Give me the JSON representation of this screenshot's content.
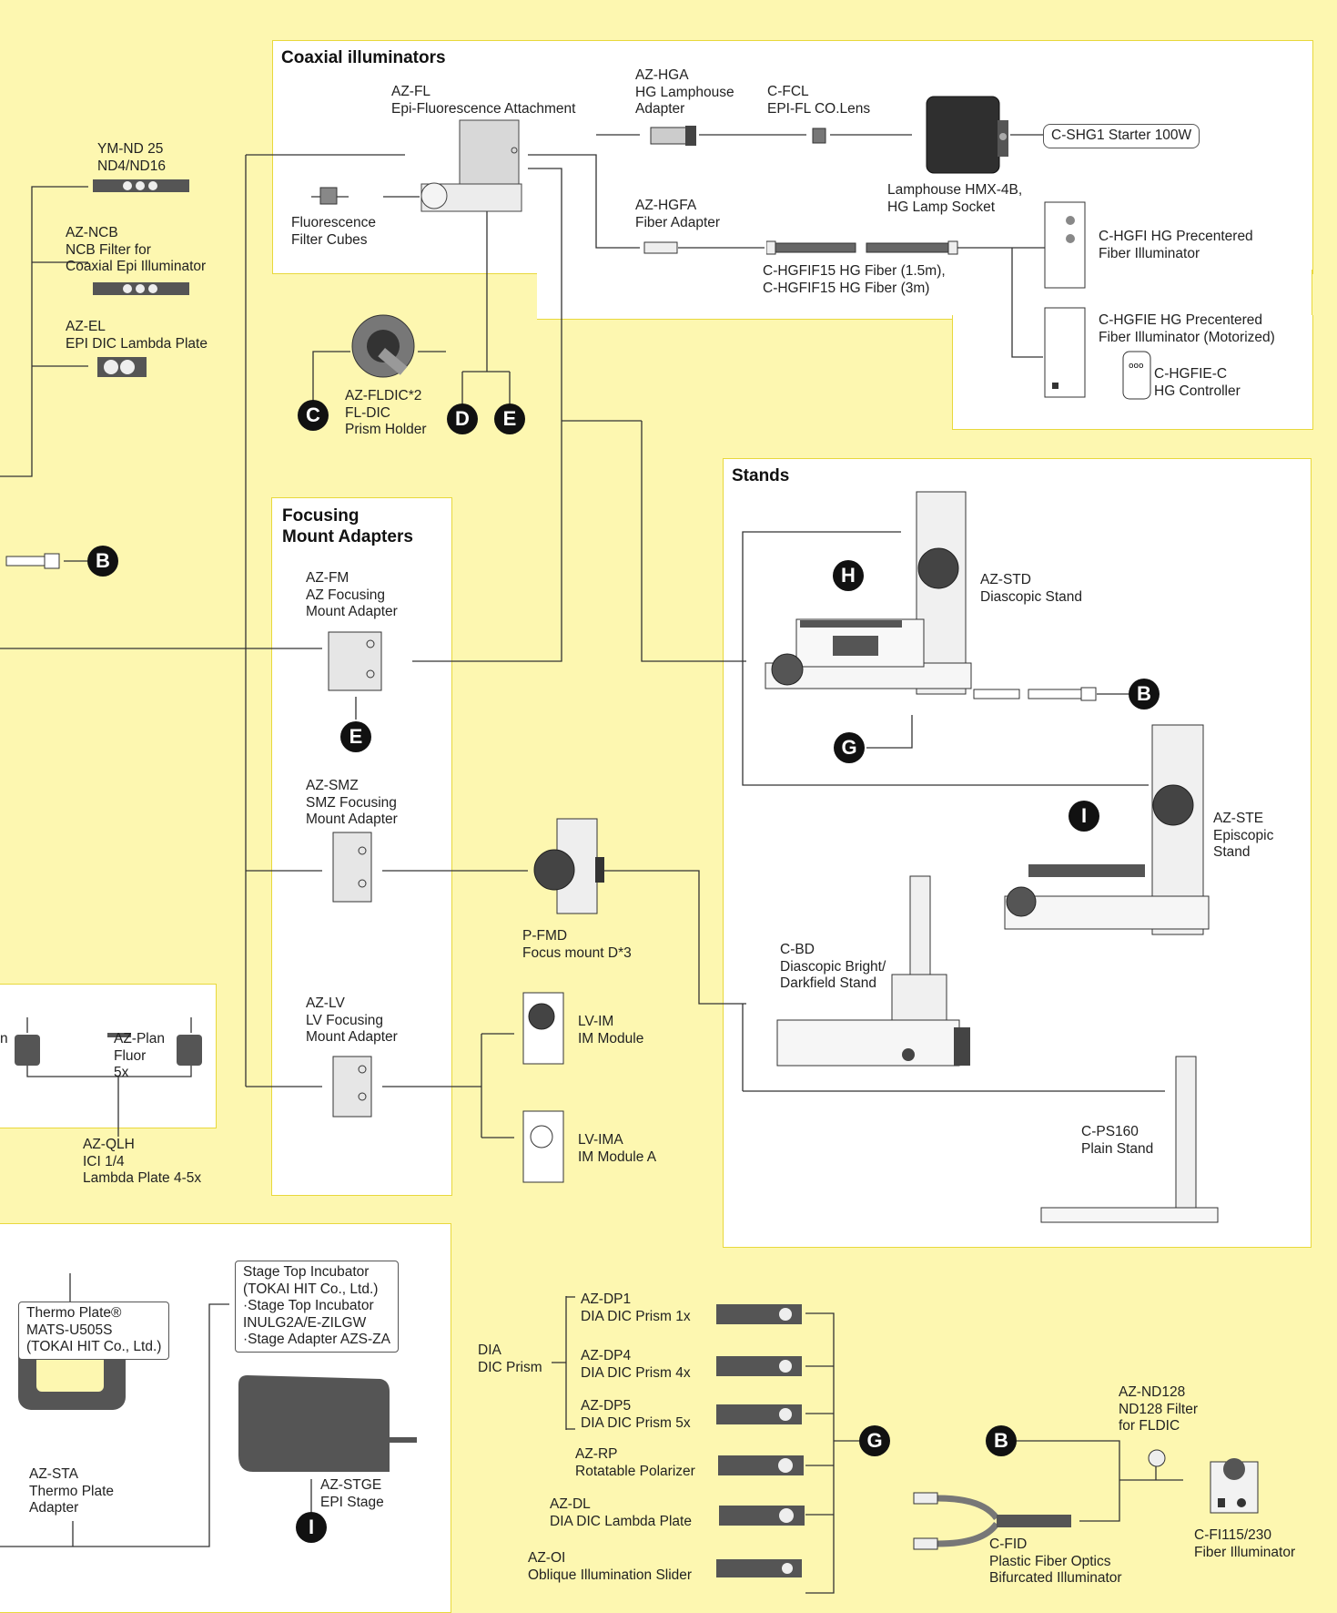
{
  "panels": {
    "coaxial": "Coaxial illuminators",
    "stands": "Stands",
    "focusing": "Focusing\nMount Adapters"
  },
  "labels": {
    "az_fl": "AZ-FL\nEpi-Fluorescence Attachment",
    "az_hga": "AZ-HGA\nHG Lamphouse\nAdapter",
    "c_fcl": "C-FCL\nEPI-FL CO.Lens",
    "c_shg1": "C-SHG1 Starter 100W",
    "lamphouse": "Lamphouse HMX-4B,\nHG Lamp Socket",
    "fl_cubes": "Fluorescence\nFilter Cubes",
    "az_hgfa": "AZ-HGFA\nFiber Adapter",
    "hg_fiber": "C-HGFIF15 HG Fiber (1.5m),\nC-HGFIF15 HG Fiber (3m)",
    "c_hgfi": "C-HGFI HG Precentered\nFiber Illuminator",
    "c_hgfie": "C-HGFIE HG Precentered\nFiber Illuminator (Motorized)",
    "c_hgfie_c": "C-HGFIE-C\nHG Controller",
    "ym_nd25": "YM-ND 25\nND4/ND16",
    "az_ncb": "AZ-NCB\nNCB Filter for\nCoaxial Epi Illuminator",
    "az_el": "AZ-EL\nEPI DIC Lambda Plate",
    "az_fldic": "AZ-FLDIC*2\nFL-DIC\nPrism Holder",
    "az_fm": "AZ-FM\nAZ Focusing\nMount Adapter",
    "az_smz": "AZ-SMZ\nSMZ Focusing\nMount Adapter",
    "p_fmd": "P-FMD\nFocus mount D*3",
    "az_lv": "AZ-LV\nLV Focusing\nMount Adapter",
    "lv_im": "LV-IM\nIM Module",
    "lv_ima": "LV-IMA\nIM Module A",
    "az_std": "AZ-STD\nDiascopic Stand",
    "az_ste": "AZ-STE\nEpiscopic\nStand",
    "c_bd": "C-BD\nDiascopic Bright/\nDarkfield Stand",
    "c_ps160": "C-PS160\nPlain Stand",
    "plan_left": "n",
    "az_plan_fluor": "AZ-Plan\nFluor\n5x",
    "az_qlh": "AZ-QLH\nICI 1/4\nLambda Plate 4-5x",
    "thermo_plate": "Thermo Plate®\nMATS-U505S\n(TOKAI HIT Co., Ltd.)",
    "az_sta": "AZ-STA\nThermo Plate\nAdapter",
    "stage_top": "Stage Top Incubator\n(TOKAI HIT Co., Ltd.)\n ·Stage Top Incubator\n  INULG2A/E-ZILGW\n ·Stage Adapter AZS-ZA",
    "az_stge": "AZ-STGE\nEPI Stage",
    "dia_dic": "DIA\nDIC Prism",
    "az_dp1": "AZ-DP1\nDIA DIC Prism 1x",
    "az_dp4": "AZ-DP4\nDIA DIC Prism 4x",
    "az_dp5": "AZ-DP5\nDIA DIC Prism 5x",
    "az_rp": "AZ-RP\nRotatable Polarizer",
    "az_dl": "AZ-DL\nDIA DIC Lambda Plate",
    "az_oi": "AZ-OI\nOblique Illumination Slider",
    "az_nd128": "AZ-ND128\nND128 Filter\nfor FLDIC",
    "c_fid": "C-FID\nPlastic Fiber Optics\nBifurcated Illuminator",
    "c_fi115": "C-FI115/230\nFiber Illuminator"
  },
  "markers": {
    "b": "B",
    "c": "C",
    "d": "D",
    "e": "E",
    "g": "G",
    "h": "H",
    "i": "I"
  },
  "colors": {
    "background": "#fdf7b0",
    "panel_border": "#e8d83c",
    "line": "#333333",
    "marker": "#111111"
  }
}
